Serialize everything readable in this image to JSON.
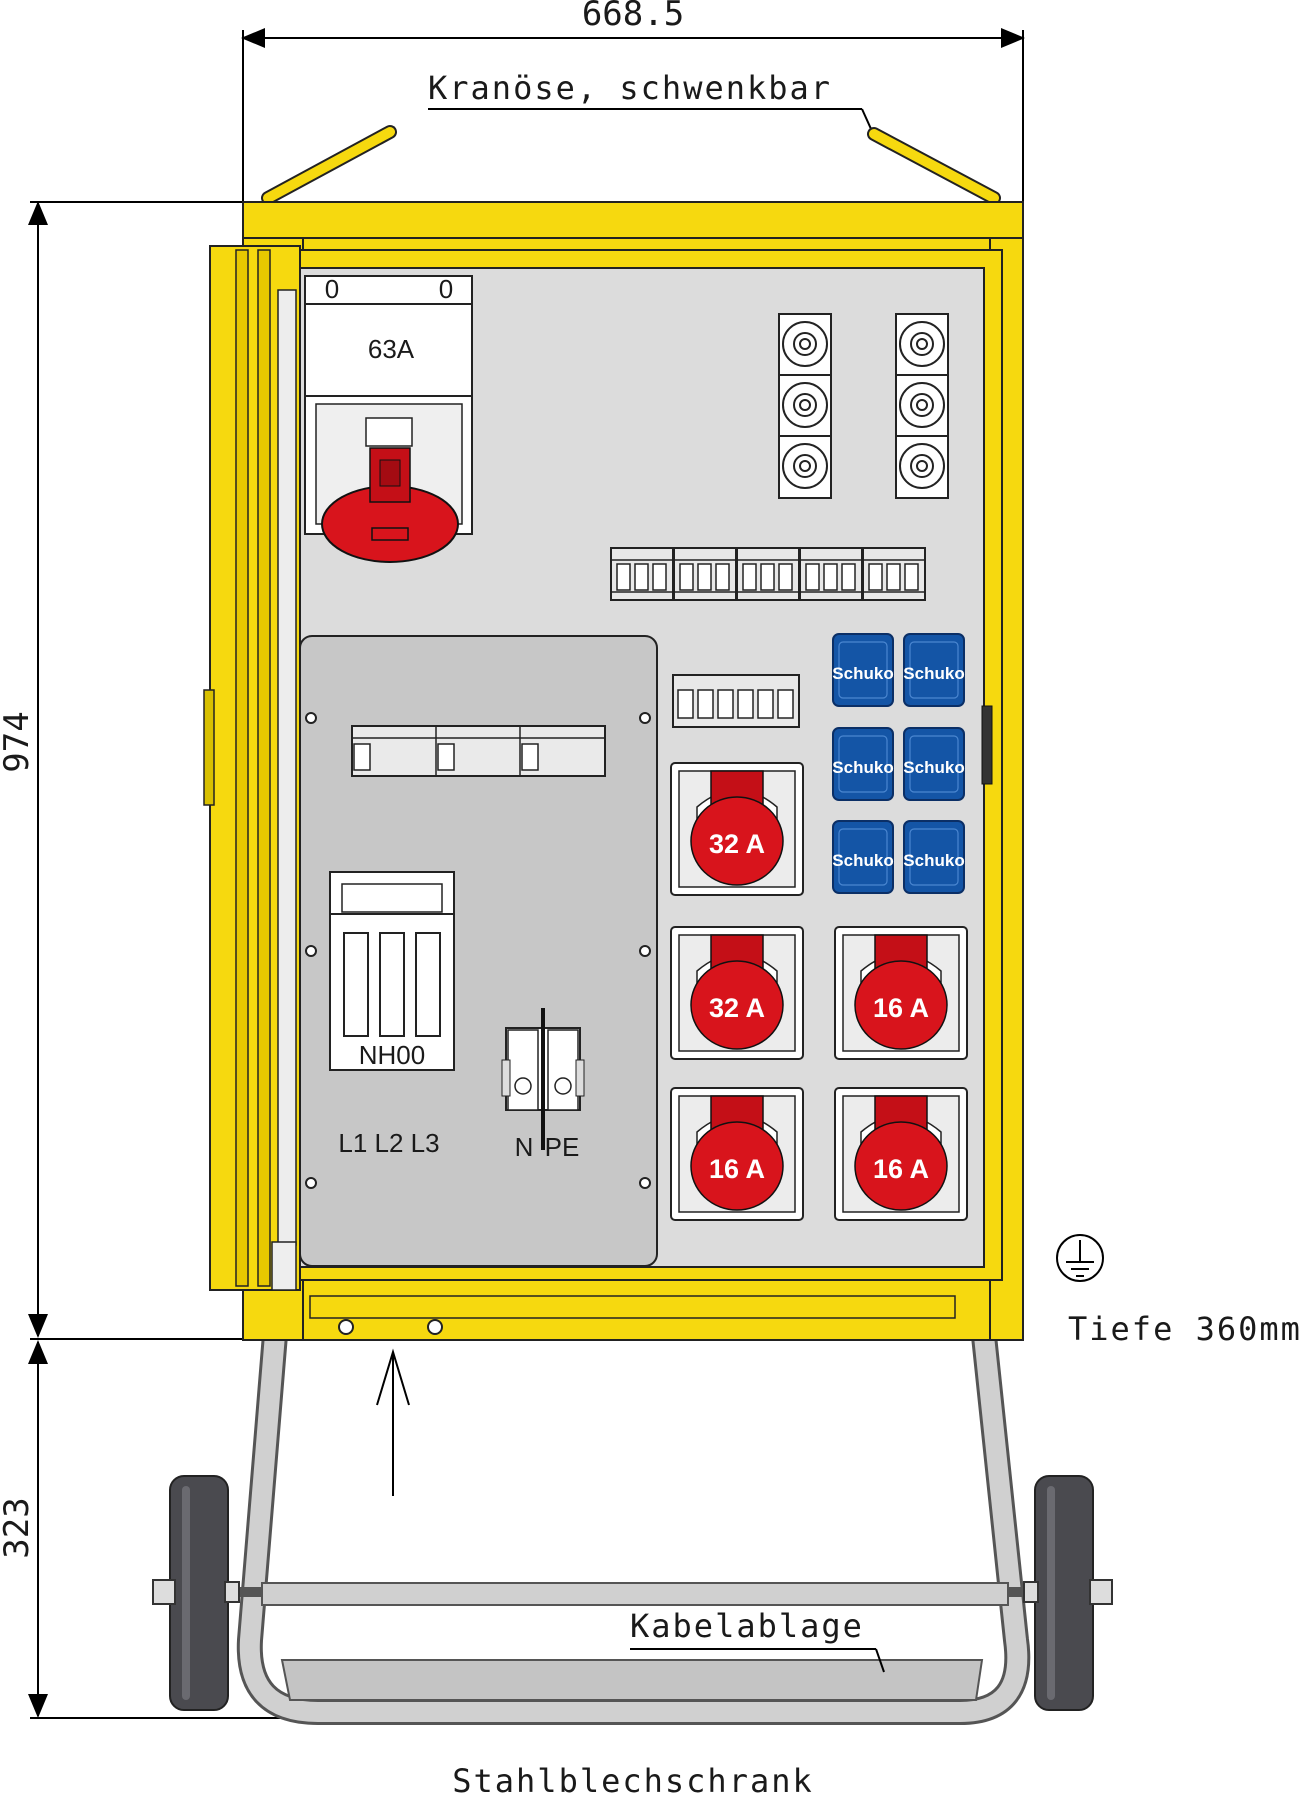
{
  "dimensions": {
    "width": "668.5",
    "height_cabinet": "974",
    "height_frame": "323",
    "depth": "Tiefe 360mm"
  },
  "labels": {
    "crane_eye": "Kranöse, schwenkbar",
    "cable_tray": "Kabelablage",
    "caption": "Stahlblechschrank"
  },
  "main_switch": {
    "pos_left": "0",
    "pos_right": "0",
    "rating": "63A"
  },
  "fuse_base": {
    "type": "NH00",
    "phases": "L1 L2 L3"
  },
  "terminals": {
    "neutral": "N",
    "earth": "PE"
  },
  "cee_sockets": [
    "32 A",
    "32 A",
    "16 A",
    "16 A",
    "16 A"
  ],
  "schuko_sockets": [
    "Schuko",
    "Schuko",
    "Schuko",
    "Schuko",
    "Schuko",
    "Schuko"
  ],
  "colors": {
    "cabinet_yellow": "#f6d90f",
    "panel_grey": "#dcdcdc",
    "cee_red": "#d8141c",
    "schuko_blue": "#1455a6",
    "frame_grey": "#c8c8c8",
    "wheel_dark": "#4a4a4f"
  }
}
